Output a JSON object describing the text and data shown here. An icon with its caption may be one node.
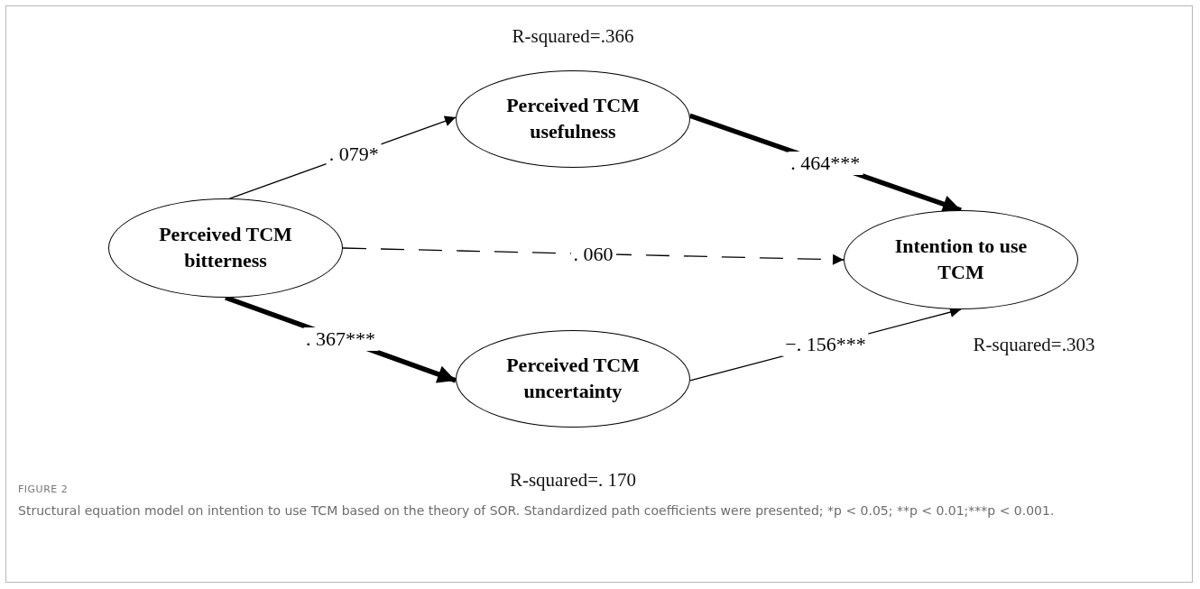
{
  "diagram": {
    "caption": "Structural equation model on intention to use TCM based on the theory of SOR. Standardized path coefficients were presented; *p < 0.05; **p < 0.01;***p < 0.001.",
    "nodes": [
      {
        "text": [
          "Perceived TCM bitterness"
        ]
      },
      {
        "text": [
          "Perceived TCM usefulness"
        ],
        "beside": [
          "R-squared=.366"
        ]
      },
      {
        "text": [
          "Perceived TCM uncertainty"
        ],
        "beside": [
          "R-squared=. 170"
        ]
      },
      {
        "text": [
          "Intention to use TCM"
        ],
        "beside": [
          "R-squared=.303"
        ]
      }
    ],
    "edges": [
      {
        "from": 0,
        "to": 1,
        "arrow": "to",
        "label": ". 079*"
      },
      {
        "from": 1,
        "to": 3,
        "arrow": "to",
        "label": ". 464***",
        "style": "thick"
      },
      {
        "from": 0,
        "to": 3,
        "arrow": "to",
        "label": ". 060",
        "style": "dashed"
      },
      {
        "from": 0,
        "to": 2,
        "arrow": "to",
        "label": ". 367***",
        "style": "thick"
      },
      {
        "from": 2,
        "to": 3,
        "arrow": "to",
        "label": "−. 156***"
      }
    ],
    "labels": [
      "FIGURE 2"
    ]
  }
}
